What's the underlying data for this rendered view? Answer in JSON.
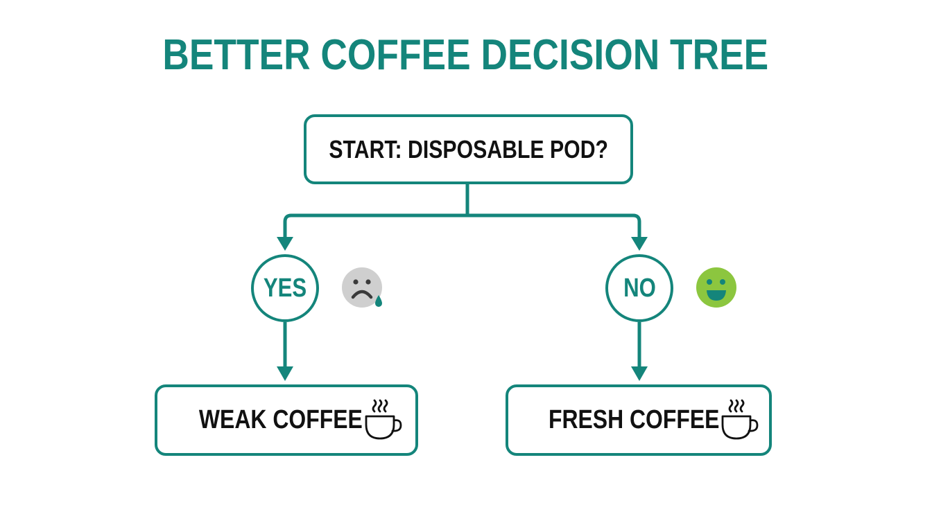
{
  "title": "BETTER COFFEE DECISION TREE",
  "colors": {
    "accent": "#14857b",
    "text": "#111111",
    "sad_face": "#cfcfcf",
    "sad_features": "#3a3a3a",
    "tear": "#14857b",
    "happy_face": "#8cc63f",
    "happy_features": "#14857b",
    "background": "#ffffff"
  },
  "nodes": {
    "start": {
      "label": "START: DISPOSABLE POD?"
    },
    "yes": {
      "label": "YES",
      "emoji": "sad-face-with-tear-icon"
    },
    "no": {
      "label": "NO",
      "emoji": "happy-face-icon"
    },
    "weak": {
      "label": "WEAK COFFEE",
      "icon": "steaming-coffee-cup-icon"
    },
    "fresh": {
      "label": "FRESH COFFEE",
      "icon": "steaming-coffee-cup-icon"
    }
  },
  "edges": [
    {
      "from": "start",
      "to": "yes"
    },
    {
      "from": "start",
      "to": "no"
    },
    {
      "from": "yes",
      "to": "weak"
    },
    {
      "from": "no",
      "to": "fresh"
    }
  ]
}
